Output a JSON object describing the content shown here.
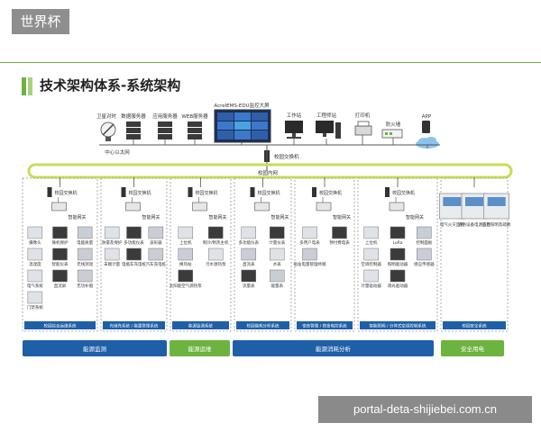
{
  "badge": "世界杯",
  "title": "技术架构体系-系统架构",
  "watermark": "portal-deta-shijiebei.com.cn",
  "top": {
    "servers": [
      "卫星对时",
      "数据服务器",
      "应用服务器",
      "WEB服务器"
    ],
    "display": "AcrelEMS-EDU监控大屏",
    "workstation": "工作站",
    "engineer": "工程师站",
    "printer": "打印机",
    "firewall": "防火墙",
    "app": "APP",
    "center_net": "中心以太网",
    "core_switch": "校园交换机",
    "campus_net": "校园内网"
  },
  "colors": {
    "green": "#6db33f",
    "blue": "#1f5fa8",
    "ring": "#c8dd5a",
    "cloud": "#8cc3ea"
  },
  "columns": [
    {
      "switch": "校园交换机",
      "gateway": "智能网关",
      "devices": [
        "摄像头",
        "微机保护",
        "电能质量",
        "温湿度",
        "智能仪表",
        "无线测温",
        "电气系统",
        "直流屏",
        "无功补偿",
        "门禁系统"
      ],
      "footer": "校园综合运维系统"
    },
    {
      "switch": "校园交换机",
      "gateway": "智能网关",
      "devices": [
        "防雷及保护",
        "多功能仪表",
        "波形器",
        "末端计量",
        "电瓶车充电桩",
        "汽车充电桩"
      ],
      "footer": "光储充系统 / 能量管理系统"
    },
    {
      "switch": "校园交换机",
      "gateway": "智能网关",
      "devices": [
        "上位机",
        "制冷/制热主机",
        "换热站",
        "污水源热泵",
        "太阳能空气源热泵"
      ],
      "footer": "能源监测系统"
    },
    {
      "switch": "校园交换机",
      "gateway": "智能网关",
      "devices": [
        "多功能仪表",
        "计量仪表",
        "直流表",
        "水表",
        "流量表",
        "能量表"
      ],
      "footer": "校园能耗分析系统"
    },
    {
      "switch": "校园交换机",
      "gateway": "智能网关",
      "devices": [
        "多用户电表",
        "预付费电表",
        "宿舍电量管理终端"
      ],
      "footer": "宿舍管理 / 宿舍电控系统"
    },
    {
      "switch": "校园交换机",
      "gateway": "智能网关",
      "devices": [
        "上位机",
        "LoRa",
        "控制面板",
        "空调控制器",
        "照明驱动器",
        "感应传感器",
        "计量驱动器",
        "调光驱动器"
      ],
      "footer": "智能照明 / 分体式空调控制系统"
    },
    {
      "switch": "",
      "gateway": "",
      "devices": [
        "电气火灾监控",
        "消防设备电源监控",
        "应急照明及疏散"
      ],
      "footer": "校园安全系统"
    }
  ],
  "bottom": [
    {
      "label": "能源监测",
      "color": "#1f5fa8"
    },
    {
      "label": "能源运维",
      "color": "#6db33f"
    },
    {
      "label": "能源消耗分析",
      "color": "#1f5fa8"
    },
    {
      "label": "安全用电",
      "color": "#6db33f"
    }
  ]
}
